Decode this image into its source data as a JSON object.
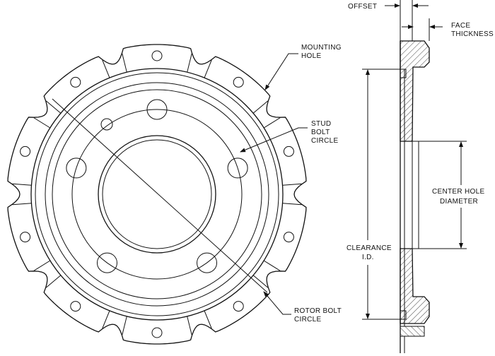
{
  "labels": {
    "offset": "OFFSET",
    "face_line1": "FACE",
    "face_line2": "THICKNESS",
    "mounting_line1": "MOUNTING",
    "mounting_line2": "HOLE",
    "stud_line1": "STUD",
    "stud_line2": "BOLT",
    "stud_line3": "CIRCLE",
    "center_line1": "CENTER HOLE",
    "center_line2": "DIAMETER",
    "clearance_line1": "CLEARANCE",
    "clearance_line2": "I.D.",
    "rotor_line1": "ROTOR BOLT",
    "rotor_line2": "CIRCLE"
  },
  "colors": {
    "line": "#111111",
    "background": "#ffffff"
  },
  "icons": {
    "leader_arrow": "filled-triangle-arrowhead"
  }
}
